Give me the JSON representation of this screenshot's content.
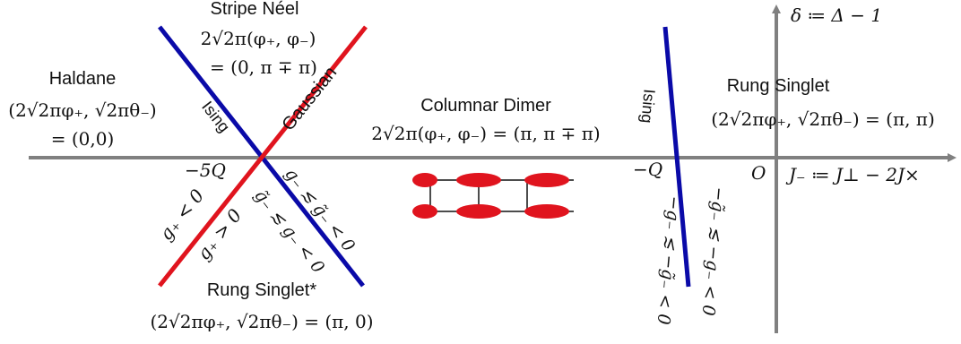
{
  "axes": {
    "x_label": "J₋ ≔ J⊥ − 2J×",
    "y_label": "δ ≔ Δ − 1",
    "origin_label": "O",
    "tick_minus_5Q": "−5Q",
    "tick_minus_Q": "−Q",
    "color": "#808080"
  },
  "phases": {
    "stripe_neel": {
      "name": "Stripe Néel",
      "line1": "2√2π(φ₊, φ₋)",
      "line2": "= (0, π ∓ π)"
    },
    "haldane": {
      "name": "Haldane",
      "line1": "(2√2πφ₊, √2πθ₋)",
      "line2": "= (0,0)"
    },
    "columnar_dimer": {
      "name": "Columnar Dimer",
      "line1": "2√2π(φ₊, φ₋) = (π, π ∓ π)"
    },
    "rung_singlet": {
      "name": "Rung Singlet",
      "line1": "(2√2πφ₊, √2πθ₋) = (π, π)"
    },
    "rung_singlet_star": {
      "name": "Rung Singlet*",
      "line1": "(2√2πφ₊, √2πθ₋) = (π, 0)"
    }
  },
  "transition_lines": {
    "ising_left": "Ising",
    "gaussian": "Gaussian",
    "ising_right": "Ising",
    "cond_g_plus_lt": "g₊ < 0",
    "cond_g_plus_gt": "g₊ > 0",
    "cond_left_a": "g₋ ≲ g̃₋ < 0",
    "cond_left_b": "g̃₋ ≲ g₋ < 0",
    "cond_right_a": "−g₋ ≲ −g̃₋ < 0",
    "cond_right_b": "−g̃₋ ≲ −g₋ < 0"
  },
  "colors": {
    "ising": "#0a0aa8",
    "gaussian": "#e0141e",
    "dimer": "#e0141e"
  }
}
